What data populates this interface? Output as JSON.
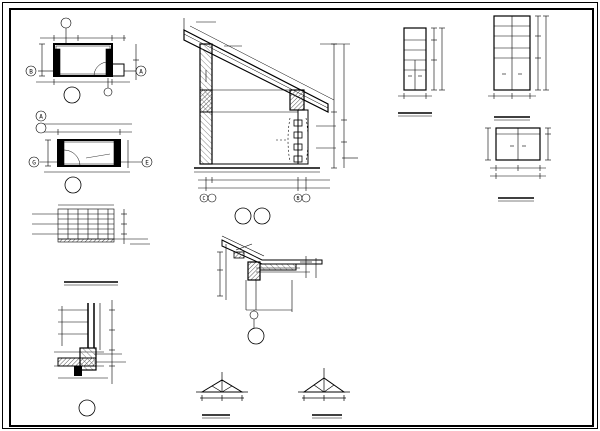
{
  "sheet": {
    "line_color": "#000000",
    "background": "#ffffff",
    "hatch_color": "#555555"
  },
  "axis_tags": {
    "roof_section_left": "C",
    "roof_section_right": "B",
    "plan1_left": "B",
    "plan1_right": "A",
    "plan2_top": "A",
    "plan2_left": "G",
    "plan2_right": "E"
  }
}
